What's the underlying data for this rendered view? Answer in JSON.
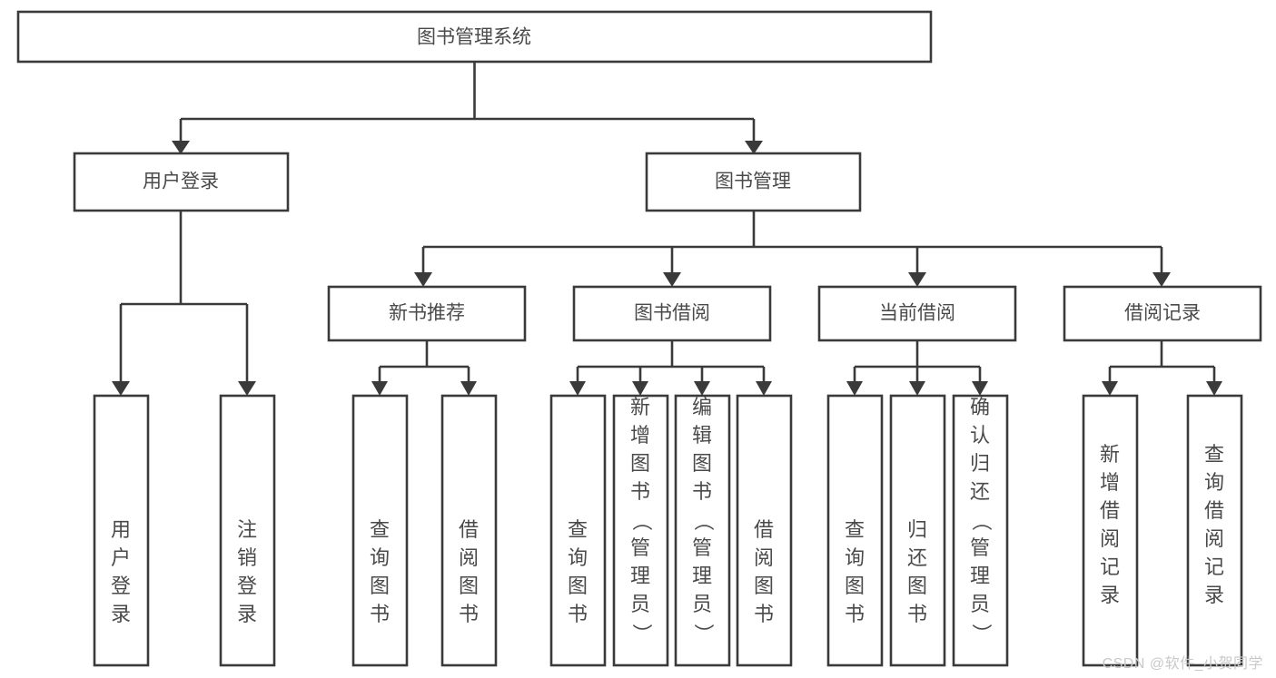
{
  "diagram": {
    "type": "tree",
    "title": "图书管理系统",
    "watermark": "CSDN @软件_小贺同学",
    "colors": {
      "stroke": "#3a3a3a",
      "box_fill": "#ffffff",
      "text": "#4a4a4a",
      "background": "#ffffff",
      "watermark": "#c9c9c9"
    },
    "levels": {
      "root": {
        "label": "图书管理系统"
      },
      "level2": [
        {
          "label": "用户登录"
        },
        {
          "label": "图书管理"
        }
      ],
      "level3": [
        {
          "label": "新书推荐"
        },
        {
          "label": "图书借阅"
        },
        {
          "label": "当前借阅"
        },
        {
          "label": "借阅记录"
        }
      ]
    },
    "nodes": {
      "root": "图书管理系统",
      "user_login": "用户登录",
      "book_manage": "图书管理",
      "new_book_rec": "新书推荐",
      "book_borrow": "图书借阅",
      "current_borrow": "当前借阅",
      "borrow_record": "借阅记录"
    },
    "leaves": {
      "user_login": [
        "用户登录",
        "注销登录"
      ],
      "new_book_rec": [
        "查询图书",
        "借阅图书"
      ],
      "book_borrow": [
        "查询图书",
        "新增图书（管理员）",
        "编辑图书（管理员）",
        "借阅图书"
      ],
      "current_borrow": [
        "查询图书",
        "归还图书",
        "确认归还（管理员）"
      ],
      "borrow_record": [
        "新增借阅记录",
        "查询借阅记录"
      ]
    }
  }
}
